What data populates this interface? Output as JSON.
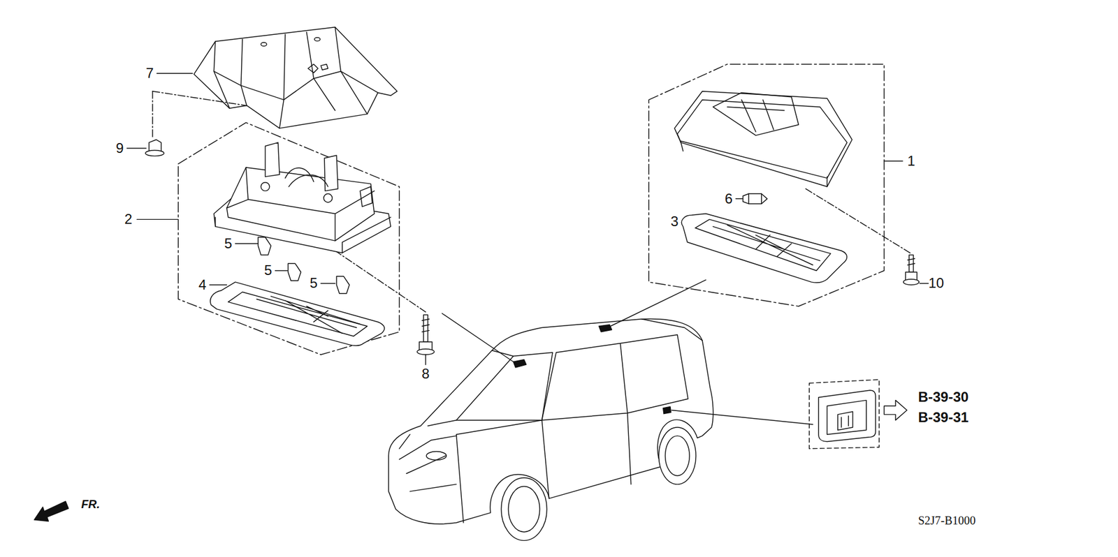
{
  "diagram": {
    "labels": [
      "7",
      "9",
      "2",
      "5",
      "5",
      "5",
      "4",
      "8",
      "1",
      "6",
      "3",
      "10",
      "B-39-30",
      "B-39-31",
      "FR.",
      "S2J7-B1000"
    ]
  }
}
